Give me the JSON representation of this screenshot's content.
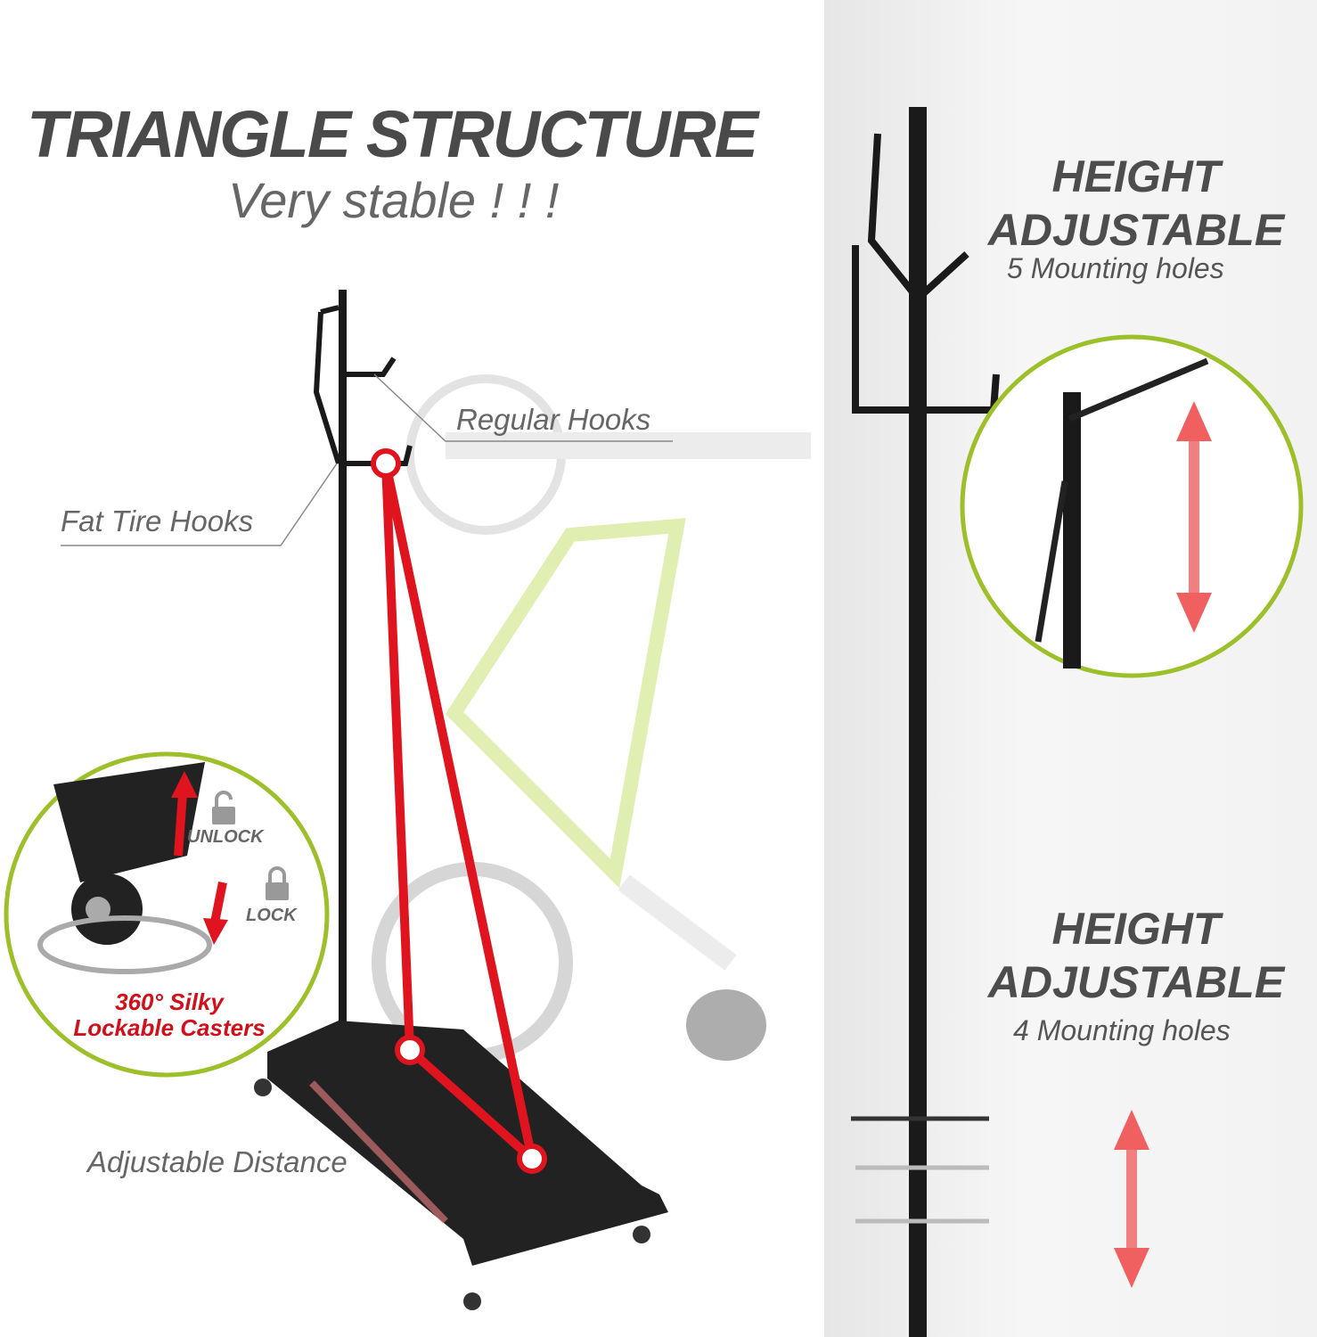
{
  "title": "TRIANGLE STRUCTURE",
  "subtitle": "Very stable ! ! !",
  "callouts": {
    "regular_hooks": "Regular Hooks",
    "fat_tire_hooks": "Fat Tire Hooks",
    "adjustable_distance": "Adjustable Distance"
  },
  "casters": {
    "unlock": "UNLOCK",
    "lock": "LOCK",
    "line1": "360° Silky",
    "line2": "Lockable Casters"
  },
  "right_panel": {
    "top": {
      "line1": "HEIGHT",
      "line2": "ADJUSTABLE",
      "sub": "5 Mounting holes"
    },
    "bottom": {
      "line1": "HEIGHT",
      "line2": "ADJUSTABLE",
      "sub": "4 Mounting holes"
    }
  },
  "colors": {
    "accent_red": "#e0141e",
    "circle_green": "#9dc02a",
    "frame_black": "#1a1a1a",
    "bike_green": "#d9eba0"
  }
}
